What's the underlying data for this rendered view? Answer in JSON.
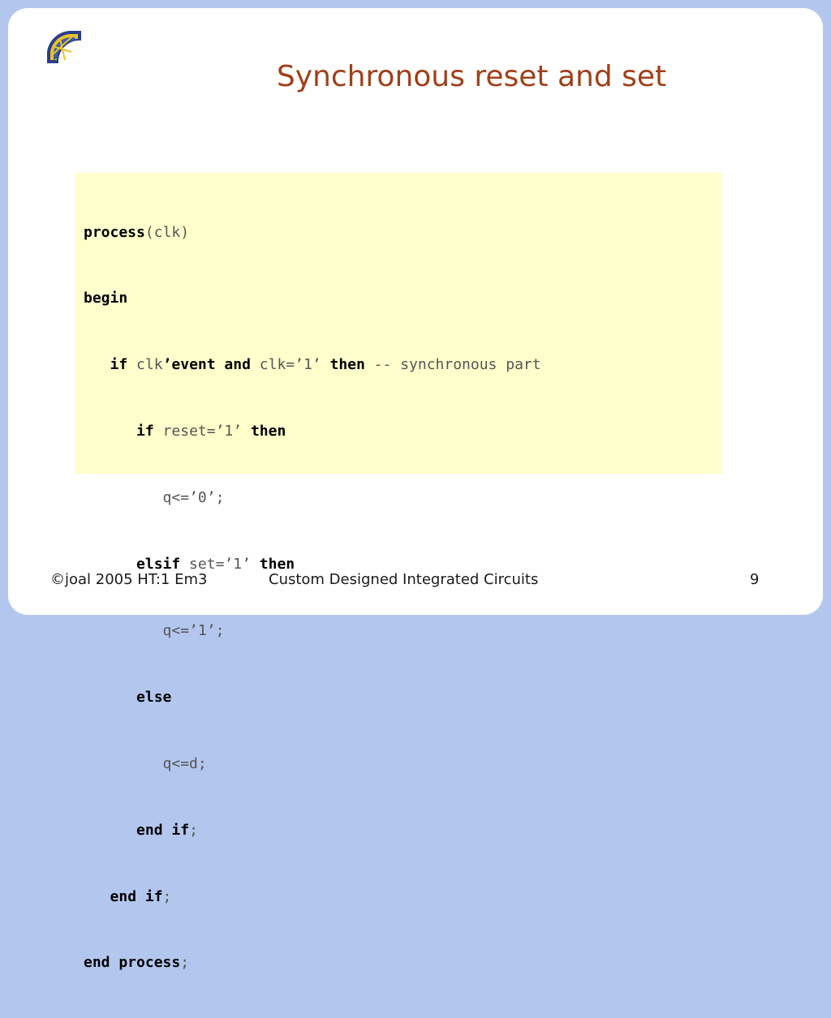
{
  "slide": {
    "title": "Synchronous reset and set",
    "footer_left": "©joal 2005 HT:1 Em3",
    "footer_center": "Custom Designed Integrated Circuits",
    "page_number": "9"
  },
  "code": {
    "l1_kw": "process",
    "l1_rest": "(clk)",
    "l2_kw": "begin",
    "l3_kw_if": "if",
    "l3_t1": " clk",
    "l3_kw_event": "’event and",
    "l3_t2": " clk=’1’ ",
    "l3_kw_then": "then",
    "l3_comment": " -- synchronous part",
    "l4_kw_if": "if",
    "l4_t1": " reset=’1’ ",
    "l4_kw_then": "then",
    "l5": "q<=’0’;",
    "l6_kw": "elsif",
    "l6_t1": " set=’1’ ",
    "l6_kw_then": "then",
    "l7": "q<=’1’;",
    "l8_kw": "else",
    "l9": "q<=d;",
    "l10_kw": "end if",
    "l10_end": ";",
    "l11_kw": "end if",
    "l11_end": ";",
    "l12_kw": "end process",
    "l12_end": ";"
  },
  "colors": {
    "title": "#a0401a",
    "code_bg": "#ffffcc",
    "background": "#b3c7ee"
  },
  "icons": {
    "logo": "university-logo-icon"
  }
}
